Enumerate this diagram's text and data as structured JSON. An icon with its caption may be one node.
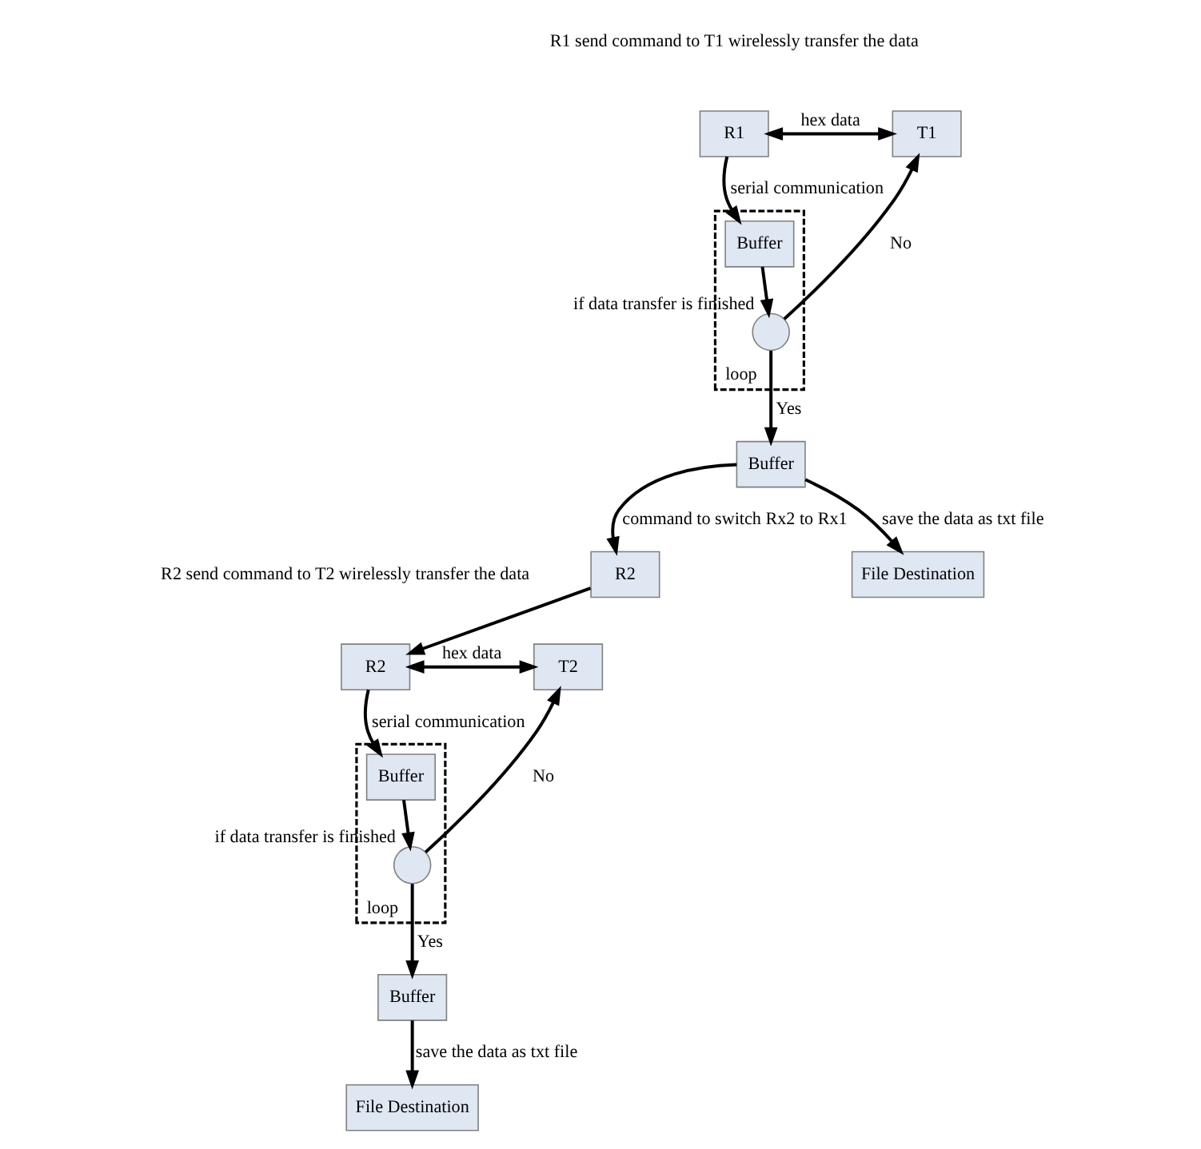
{
  "diagram": {
    "nodes": [
      {
        "text": [
          "R1"
        ]
      },
      {
        "text": [
          "T1"
        ]
      },
      {
        "text": [
          "loop"
        ]
      },
      {
        "text": [
          "Buffer"
        ],
        "in": 2
      },
      {
        "text": [],
        "shape": "circle",
        "in": 2,
        "beside": [
          "if data transfer is finished"
        ]
      },
      {
        "text": [
          "R2"
        ]
      },
      {
        "text": [
          "Buffer"
        ]
      },
      {
        "text": [
          "File Destination"
        ]
      },
      {
        "text": [
          "R2"
        ]
      },
      {
        "text": [
          "T2"
        ]
      },
      {
        "text": [
          "loop"
        ]
      },
      {
        "text": [
          "Buffer"
        ],
        "in": 10
      },
      {
        "text": [],
        "shape": "circle",
        "in": 10,
        "beside": [
          "if data transfer is finished"
        ]
      },
      {
        "text": [
          "Buffer"
        ]
      },
      {
        "text": [
          "File Destination"
        ]
      }
    ],
    "edges": [
      {
        "from": 0,
        "to": 1,
        "arrow": "both",
        "label": "hex data"
      },
      {
        "from": 0,
        "to": 3,
        "arrow": "to",
        "label": "serial communication"
      },
      {
        "from": 3,
        "to": 4,
        "arrow": "to"
      },
      {
        "from": 4,
        "to": 1,
        "arrow": "to",
        "label": "No"
      },
      {
        "from": 4,
        "to": 6,
        "arrow": "to",
        "label": "Yes"
      },
      {
        "from": 6,
        "to": 5,
        "arrow": "to",
        "label": "command to switch Rx2 to Rx1"
      },
      {
        "from": 6,
        "to": 7,
        "arrow": "to",
        "label": "save the data as txt file"
      },
      {
        "from": 5,
        "to": 8,
        "arrow": "to"
      },
      {
        "from": 8,
        "to": 9,
        "arrow": "both",
        "label": "hex data"
      },
      {
        "from": 8,
        "to": 11,
        "arrow": "to",
        "label": "serial communication"
      },
      {
        "from": 11,
        "to": 12,
        "arrow": "to"
      },
      {
        "from": 12,
        "to": 9,
        "arrow": "to",
        "label": "No"
      },
      {
        "from": 12,
        "to": 13,
        "arrow": "to",
        "label": "Yes"
      },
      {
        "from": 13,
        "to": 14,
        "arrow": "to",
        "label": "save the data as txt file"
      }
    ],
    "labels": [
      "R1 send command to T1 wirelessly transfer the data",
      "R2 send command to T2 wirelessly transfer the data"
    ]
  }
}
